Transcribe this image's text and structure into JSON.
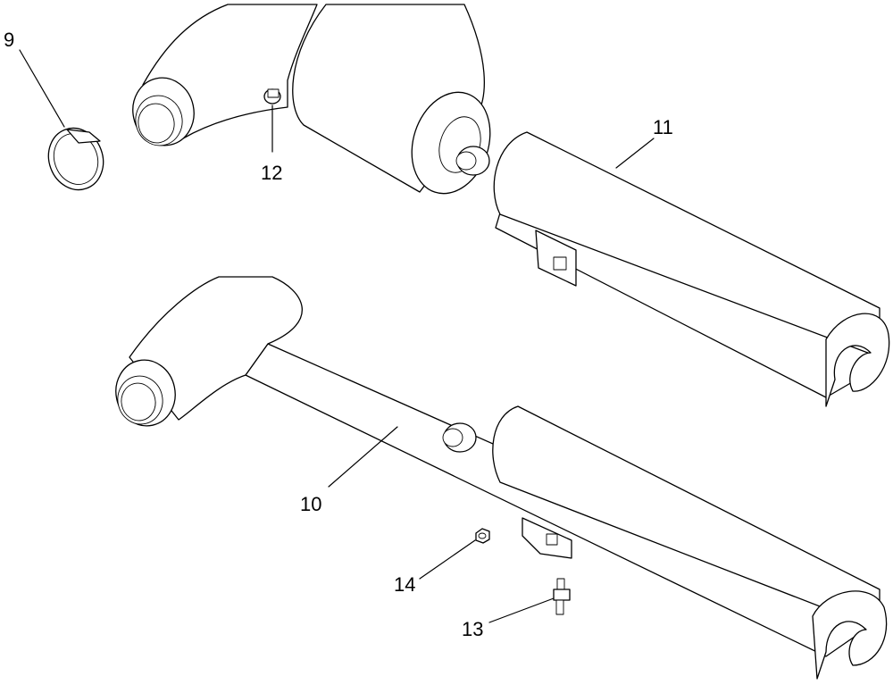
{
  "callouts": {
    "c9": "9",
    "c10": "10",
    "c11": "11",
    "c12": "12",
    "c13": "13",
    "c14": "14"
  }
}
